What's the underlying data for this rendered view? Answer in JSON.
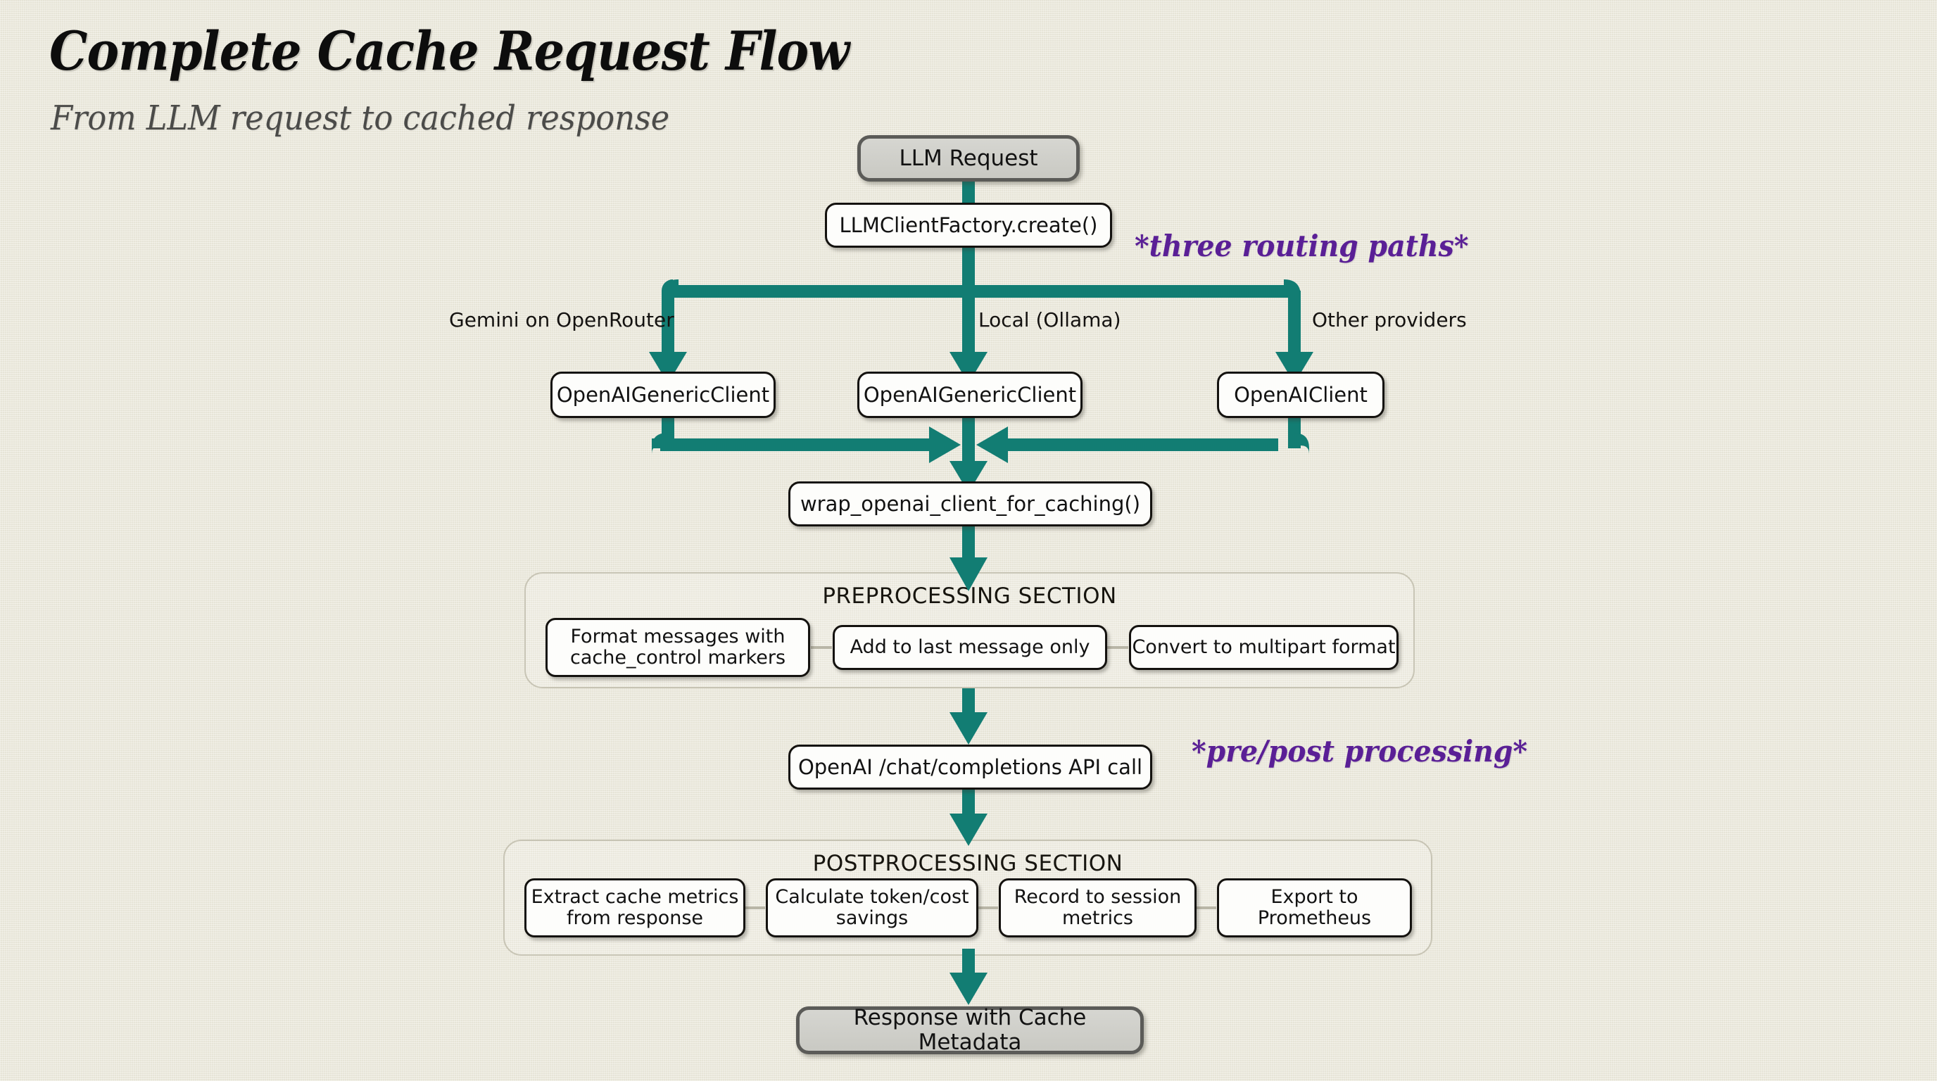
{
  "header": {
    "title": "Complete Cache Request Flow",
    "subtitle": "From LLM request to cached response"
  },
  "colors": {
    "background": "#ece9dc",
    "arrow_teal": "#127d73",
    "annotation_purple": "#5a1f96",
    "node_border": "#14120f",
    "terminal_fill": "#cfcfca",
    "terminal_border": "#5b5b58",
    "section_border": "#c7c4b4",
    "title_text": "#0d0d0d",
    "subtitle_text": "#4b4b49"
  },
  "annotations": [
    {
      "name": "three-routing-paths",
      "text": "*three routing paths*"
    },
    {
      "name": "pre-post-processing",
      "text": "*pre/post processing*"
    }
  ],
  "nodes": {
    "llm_request": "LLM Request",
    "factory": "LLMClientFactory.create()",
    "client_gemini": "OpenAIGenericClient",
    "client_local": "OpenAIGenericClient",
    "client_other": "OpenAIClient",
    "wrap": "wrap_openai_client_for_caching()",
    "api_call": "OpenAI /chat/completions API call",
    "response": "Response with Cache Metadata"
  },
  "edge_labels": {
    "gemini": "Gemini on OpenRouter",
    "local": "Local (Ollama)",
    "other": "Other providers"
  },
  "sections": [
    {
      "name": "preprocessing-section",
      "title": "PREPROCESSING SECTION",
      "steps": [
        "Format messages with\ncache_control markers",
        "Add to last message only",
        "Convert to multipart format"
      ]
    },
    {
      "name": "postprocessing-section",
      "title": "POSTPROCESSING SECTION",
      "steps": [
        "Extract cache metrics\nfrom response",
        "Calculate token/cost\nsavings",
        "Record to session\nmetrics",
        "Export to\nPrometheus"
      ]
    }
  ]
}
